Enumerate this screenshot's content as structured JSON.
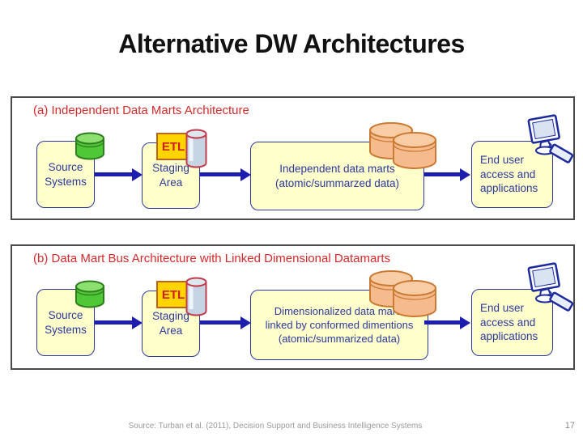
{
  "slide": {
    "title": "Alternative DW Architectures",
    "footer_source": "Source: Turban et al. (2011), Decision Support and Business Intelligence Systems",
    "page_number": "17"
  },
  "panel_a": {
    "heading": "(a) Independent Data Marts Architecture",
    "etl_label": "ETL",
    "source_box": {
      "line1": "Source",
      "line2": "Systems"
    },
    "staging_box": {
      "line1": "Staging",
      "line2": "Area"
    },
    "marts_box": {
      "line1": "Independent data marts",
      "line2": "(atomic/summarzed data)"
    },
    "enduser_box": {
      "line1": "End user",
      "line2": "access and",
      "line3": "applications"
    }
  },
  "panel_b": {
    "heading": "(b) Data Mart Bus Architecture with Linked Dimensional Datamarts",
    "etl_label": "ETL",
    "source_box": {
      "line1": "Source",
      "line2": "Systems"
    },
    "staging_box": {
      "line1": "Staging",
      "line2": "Area"
    },
    "marts_box": {
      "line1": "Dimensionalized data marts",
      "line2": "linked by conformed dimentions",
      "line3": "(atomic/summarized data)"
    },
    "enduser_box": {
      "line1": "End user",
      "line2": "access and",
      "line3": "applications"
    }
  },
  "icons": {
    "source_database": "green-database-cylinder-icon",
    "staging_database": "gray-database-cylinder-icon",
    "data_mart_databases": "orange-database-cylinders-icon",
    "end_user_workstation": "computer-workstation-icon"
  },
  "colors": {
    "title_text": "#111111",
    "panel_heading_red": "#d42a2a",
    "node_fill": "#ffffcc",
    "node_border_blue": "#2b3a9b",
    "node_text_blue": "#2b3a9b",
    "arrow_blue": "#1d1daf",
    "etl_fill": "#ffd400",
    "etl_border": "#b5651d",
    "etl_text_red": "#cf1f1f",
    "green_cylinder": "#4fc836",
    "gray_cylinder": "#c6d5e3",
    "orange_cylinder": "#f5bb8d",
    "panel_border_gray": "#4a4a4a",
    "footer_gray": "#9a9a9a"
  }
}
